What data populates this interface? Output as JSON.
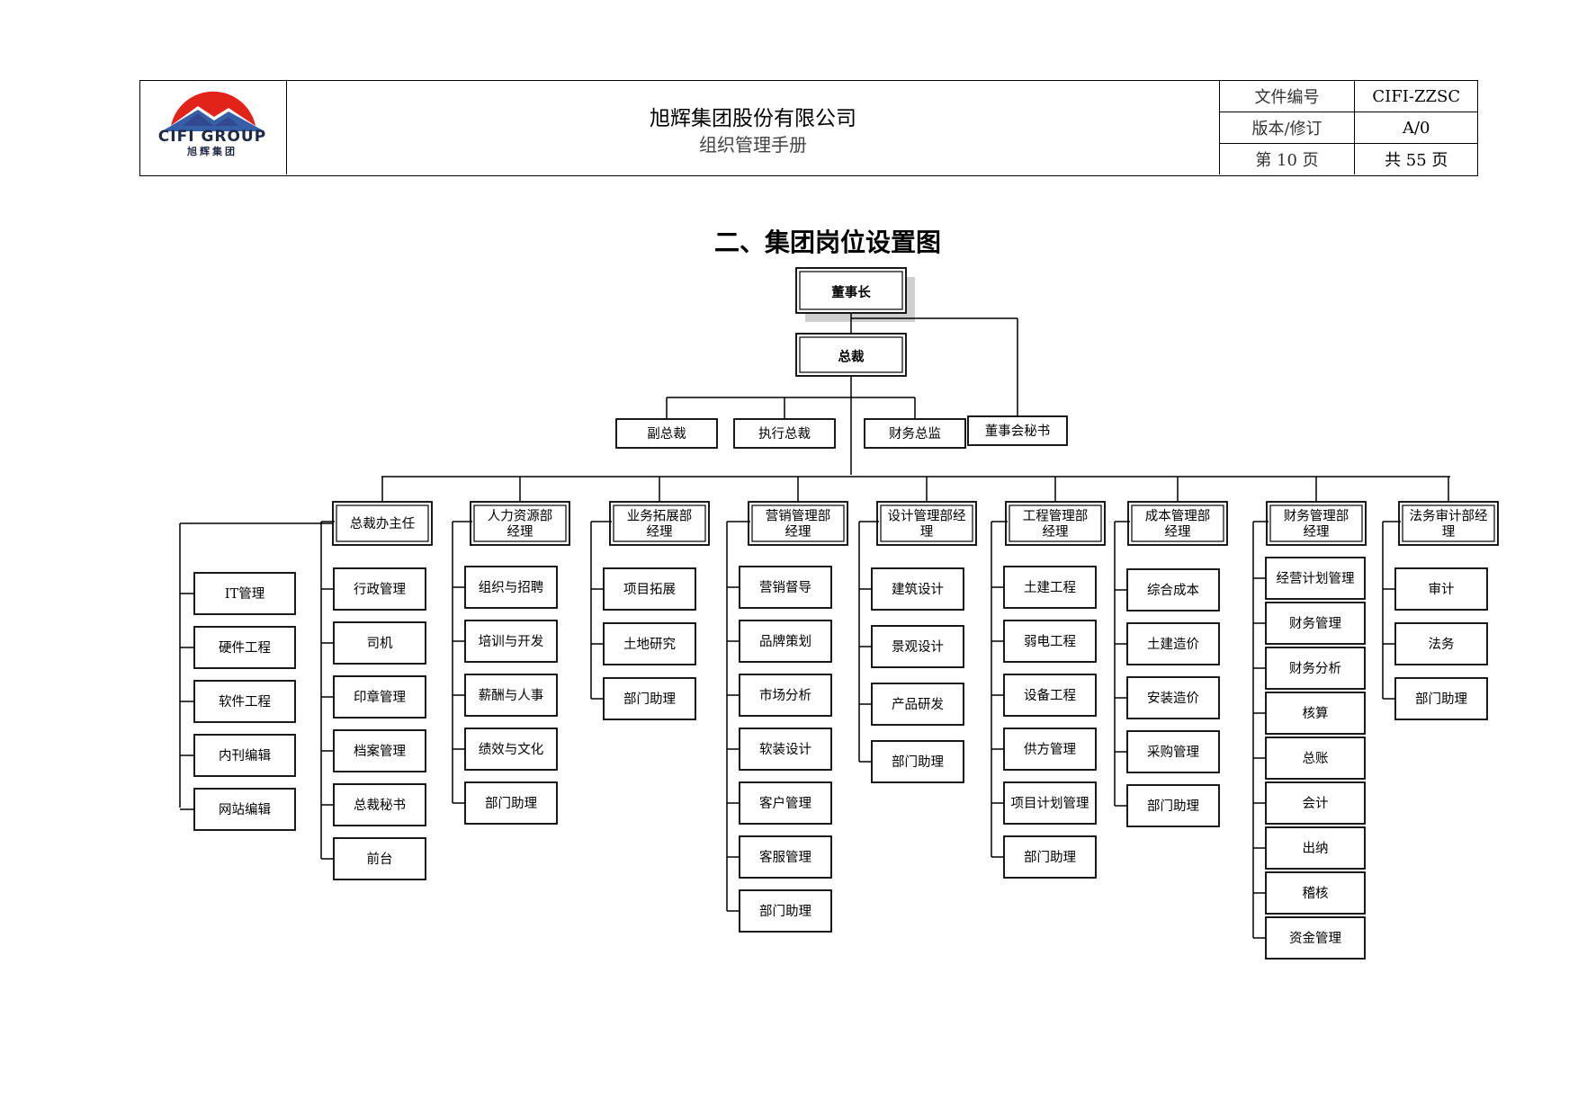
{
  "header": {
    "logo_text_en": "CIFI  GROUP",
    "logo_text_cn": "旭辉集团",
    "company_name": "旭辉集团股份有限公司",
    "manual_name": "组织管理手册",
    "meta": [
      {
        "label": "文件编号",
        "value": "CIFI-ZZSC"
      },
      {
        "label": "版本/修订",
        "value": "A/0"
      },
      {
        "label": "第 10 页",
        "value": "共 55 页"
      }
    ]
  },
  "chart_title": "二、集团岗位设置图",
  "org": {
    "chairman": "董事长",
    "president": "总裁",
    "secretary": "董事会秘书",
    "executives": [
      "副总裁",
      "执行总裁",
      "财务总监"
    ],
    "it_items": [
      "IT管理",
      "硬件工程",
      "软件工程",
      "内刊编辑",
      "网站编辑"
    ],
    "departments": [
      {
        "name": [
          "总裁办主任"
        ],
        "children": [
          "行政管理",
          "司机",
          "印章管理",
          "档案管理",
          "总裁秘书",
          "前台"
        ]
      },
      {
        "name": [
          "人力资源部",
          "经理"
        ],
        "children": [
          "组织与招聘",
          "培训与开发",
          "薪酬与人事",
          "绩效与文化",
          "部门助理"
        ]
      },
      {
        "name": [
          "业务拓展部",
          "经理"
        ],
        "children": [
          "项目拓展",
          "土地研究",
          "部门助理"
        ]
      },
      {
        "name": [
          "营销管理部",
          "经理"
        ],
        "children": [
          "营销督导",
          "品牌策划",
          "市场分析",
          "软装设计",
          "客户管理",
          "客服管理",
          "部门助理"
        ]
      },
      {
        "name": [
          "设计管理部经",
          "理"
        ],
        "children": [
          "建筑设计",
          "景观设计",
          "产品研发",
          "部门助理"
        ]
      },
      {
        "name": [
          "工程管理部",
          "经理"
        ],
        "children": [
          "土建工程",
          "弱电工程",
          "设备工程",
          "供方管理",
          "项目计划管理",
          "部门助理"
        ]
      },
      {
        "name": [
          "成本管理部",
          "经理"
        ],
        "children": [
          "综合成本",
          "土建造价",
          "安装造价",
          "采购管理",
          "部门助理"
        ]
      },
      {
        "name": [
          "财务管理部",
          "经理"
        ],
        "children": [
          "经营计划管理",
          "财务管理",
          "财务分析",
          "核算",
          "总账",
          "会计",
          "出纳",
          "稽核",
          "资金管理"
        ]
      },
      {
        "name": [
          "法务审计部经",
          "理"
        ],
        "children": [
          "审计",
          "法务",
          "部门助理"
        ]
      }
    ]
  }
}
